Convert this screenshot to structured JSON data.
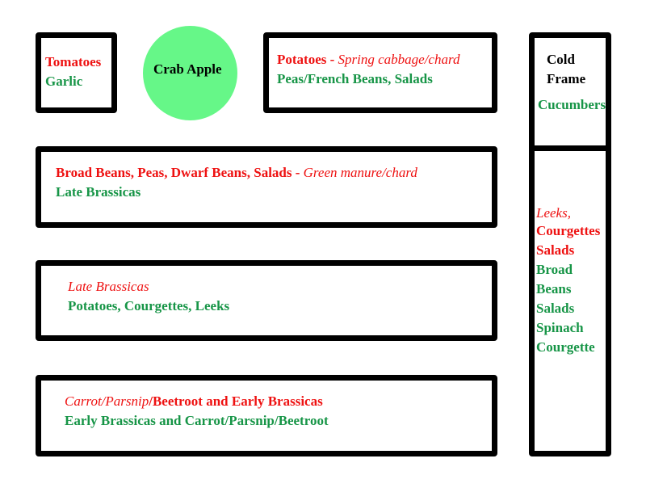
{
  "colors": {
    "red": "#ee1111",
    "green": "#179547",
    "tree": "#66f788",
    "border": "#000000"
  },
  "bed_tl": {
    "line1": "Tomatoes",
    "line2": "Garlic"
  },
  "tree": {
    "label": "Crab Apple"
  },
  "bed_potatoes": {
    "line1_a": "Potatoes - ",
    "line1_b": "Spring cabbage/chard",
    "line2": "Peas/French Beans, Salads"
  },
  "cold_frame": {
    "title_1": "Cold",
    "title_2": "Frame",
    "crop": "Cucumbers"
  },
  "bed_broad": {
    "line1_a": "Broad Beans, Peas, Dwarf Beans, Salads - ",
    "line1_b": "Green manure/chard",
    "line2": "Late Brassicas"
  },
  "bed_late": {
    "line1": "Late Brassicas",
    "line2": "Potatoes, Courgettes, Leeks"
  },
  "bed_carrot": {
    "line1_a": "Carrot/Parsnip",
    "line1_b": "/Beetroot and Early Brassicas",
    "line2": "Early Brassicas and Carrot/Parsnip/Beetroot"
  },
  "bed_right": {
    "items": [
      "Leeks,",
      "Courgettes",
      "Salads",
      "Broad",
      "Beans",
      "Salads",
      "Spinach",
      "Courgette"
    ]
  }
}
